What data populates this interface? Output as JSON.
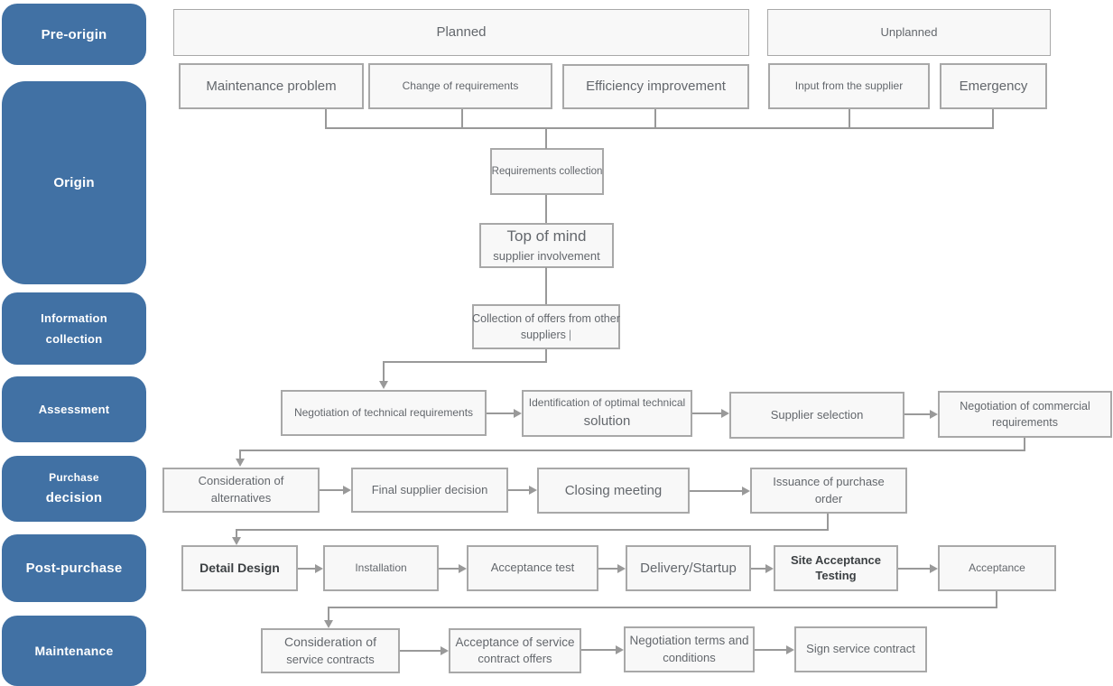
{
  "colors": {
    "background": "#ffffff",
    "stage_fill": "#4171a4",
    "stage_text": "#ffffff",
    "node_fill": "#f8f8f8",
    "node_border": "#a8a8a8",
    "node_text": "#63676c",
    "node_text_dark": "#3c4043",
    "connector": "#999999"
  },
  "stages": {
    "pre_origin": {
      "label": "Pre-origin"
    },
    "origin": {
      "label": "Origin"
    },
    "information_collection": {
      "line1": "Information",
      "line2": "collection"
    },
    "assessment": {
      "label": "Assessment"
    },
    "purchase_decision": {
      "line1": "Purchase",
      "line2": "decision"
    },
    "post_purchase": {
      "label": "Post-purchase"
    },
    "maintenance": {
      "label": "Maintenance"
    }
  },
  "nodes": {
    "planned": {
      "label": "Planned"
    },
    "unplanned": {
      "label": "Unplanned"
    },
    "maintenance_problem": {
      "label": "Maintenance problem"
    },
    "change_of_requirements": {
      "label": "Change of requirements"
    },
    "efficiency_improvement": {
      "label": "Efficiency improvement"
    },
    "input_from_supplier": {
      "label": "Input from the supplier"
    },
    "emergency": {
      "label": "Emergency"
    },
    "requirements_collection": {
      "label": "Requirements collection"
    },
    "top_of_mind": {
      "title": "Top of mind",
      "subtitle": "supplier involvement"
    },
    "collection_of_offers": {
      "line1": "Collection of offers from other",
      "line2": "suppliers",
      "text_cursor": "|"
    },
    "negotiation_technical": {
      "label": "Negotiation of technical requirements"
    },
    "identification_optimal": {
      "line1": "Identification of optimal technical",
      "line2": "solution"
    },
    "supplier_selection": {
      "label": "Supplier selection"
    },
    "negotiation_commercial": {
      "line1": "Negotiation of commercial",
      "line2": "requirements"
    },
    "consideration_alternatives": {
      "line1": "Consideration of",
      "line2": "alternatives"
    },
    "final_supplier_decision": {
      "label": "Final supplier decision"
    },
    "closing_meeting": {
      "label": "Closing meeting"
    },
    "issuance_purchase_order": {
      "line1": "Issuance of purchase",
      "line2": "order"
    },
    "detail_design": {
      "label": "Detail Design"
    },
    "installation": {
      "label": "Installation"
    },
    "acceptance_test": {
      "label": "Acceptance test"
    },
    "delivery_startup": {
      "label": "Delivery/Startup"
    },
    "site_acceptance_testing": {
      "line1": "Site Acceptance",
      "line2": "Testing"
    },
    "acceptance": {
      "label": "Acceptance"
    },
    "consideration_service_contracts": {
      "line1": "Consideration of",
      "line2": "service contracts"
    },
    "acceptance_service_offers": {
      "line1": "Acceptance of service",
      "line2": "contract offers"
    },
    "negotiation_terms_conditions": {
      "line1": "Negotiation terms and",
      "line2": "conditions"
    },
    "sign_service_contract": {
      "label": "Sign service contract"
    }
  }
}
